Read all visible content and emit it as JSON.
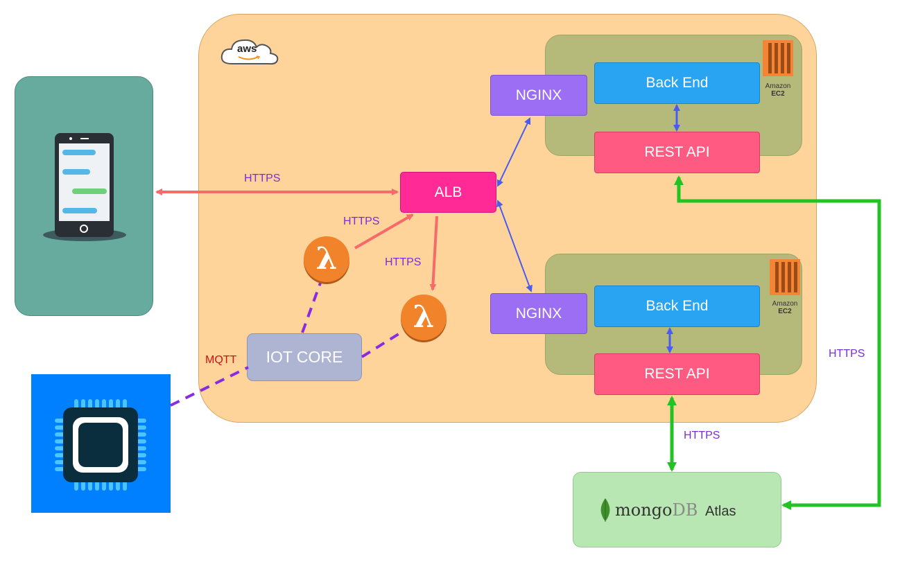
{
  "nodes": {
    "nginx_top": "NGINX",
    "nginx_bottom": "NGINX",
    "backend_top": "Back End",
    "backend_bottom": "Back End",
    "restapi_top": "REST API",
    "restapi_bottom": "REST API",
    "alb": "ALB",
    "iot": "IOT CORE"
  },
  "logos": {
    "aws": "aws",
    "ec2_top_line1": "Amazon",
    "ec2_top_line2": "EC2",
    "ec2_bottom_line1": "Amazon",
    "ec2_bottom_line2": "EC2",
    "lambda_symbol": "λ",
    "mongo_word": "mongo",
    "mongo_db": "DB",
    "mongo_atlas": "Atlas"
  },
  "edge_labels": {
    "phone_alb": "HTTPS",
    "lambda_alb": "HTTPS",
    "alb_lambda": "HTTPS",
    "iot_device": "MQTT",
    "restapi_mongo": "HTTPS",
    "restapi_mongo_right": "HTTPS"
  },
  "colors": {
    "aws_region": "#ffd49b",
    "ec2_group": "#b5ba7a",
    "nginx": "#9b6ef3",
    "backend": "#29a4f2",
    "restapi": "#fe5a82",
    "alb": "#ff2a95",
    "iot": "#aeb5d2",
    "phone_panel": "#67ab9f",
    "chip_panel": "#0080ff",
    "mongo": "#b9e7b4",
    "https_arrow": "#f76a6a",
    "nginx_arrow": "#4a5cf0",
    "mqtt_line": "#8a2be2",
    "mongo_arrow": "#22c322"
  }
}
